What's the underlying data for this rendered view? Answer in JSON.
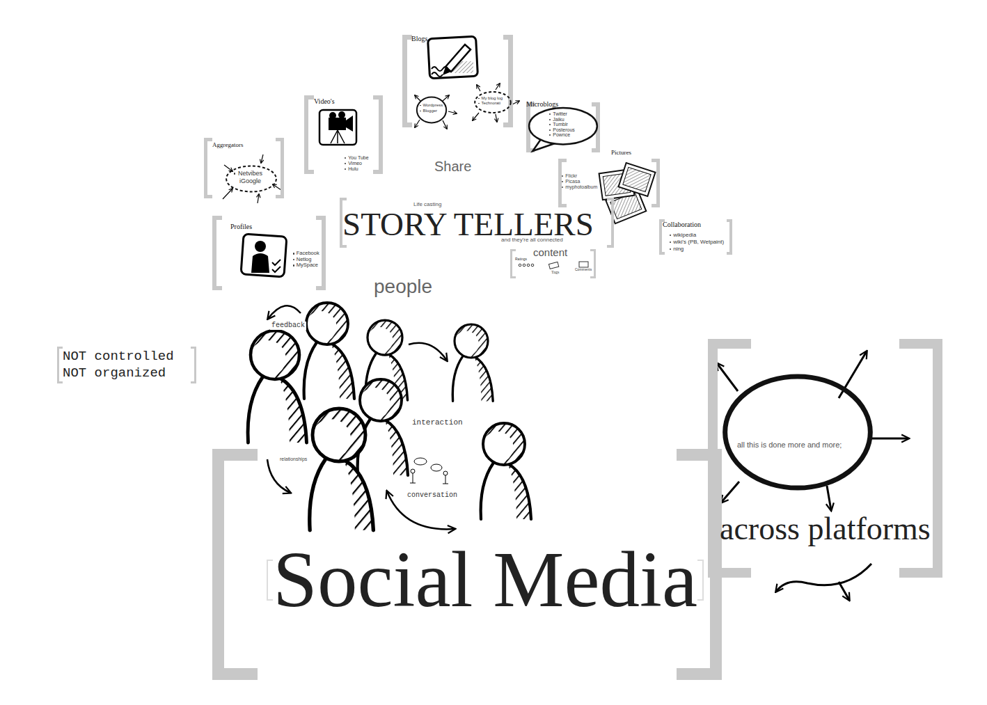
{
  "diagram": {
    "nodes": [
      {
        "text": [
          "Blogs"
        ]
      },
      {
        "text": [
          "Wordpress",
          "Blogger"
        ],
        "in": 0
      },
      {
        "text": [
          "My blog log",
          "Technorati"
        ],
        "in": 0
      },
      {
        "text": [
          "Video's",
          "You Tube",
          "Vimeo",
          "Hulu"
        ]
      },
      {
        "text": [
          "Microblogs"
        ]
      },
      {
        "text": [
          "Twitter",
          "Jaiku",
          "Tumblr",
          "Posterous",
          "Pownce"
        ],
        "in": 4
      },
      {
        "text": [
          "Aggregators"
        ]
      },
      {
        "text": [
          "Netvibes",
          "iGoogle"
        ],
        "in": 6
      },
      {
        "text": [
          "Pictures",
          "Flickr",
          "Picasa",
          "myphotoalbum"
        ]
      },
      {
        "text": [
          "Life casting",
          "STORY TELLERS",
          "and they're all connected"
        ]
      },
      {
        "text": [
          "Profiles",
          "Facebook",
          "Netlog",
          "MySpace"
        ]
      },
      {
        "text": [
          "Collaboration",
          "wikipedia",
          "wiki's (PB, Wetpaint)",
          "ning"
        ]
      },
      {
        "text": [
          "content",
          "Ratings",
          "Tags",
          "Comments"
        ]
      },
      {
        "text": [
          "NOT controlled NOT organized"
        ]
      },
      {
        "text": [
          "Social Media"
        ]
      },
      {
        "text": [
          "across platforms"
        ]
      },
      {
        "text": [
          "all this is done more and more;"
        ],
        "in": 15
      }
    ],
    "labels": [
      "Share",
      "people",
      "feedback",
      "interaction",
      "relationships",
      "conversation"
    ]
  }
}
